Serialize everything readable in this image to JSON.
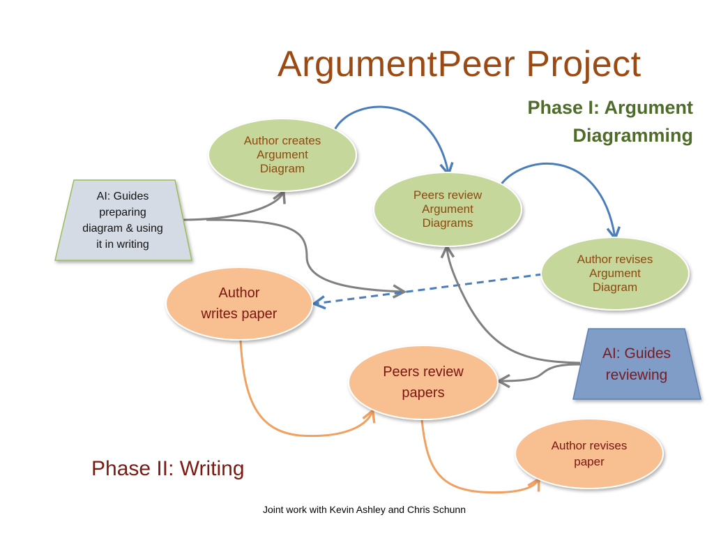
{
  "title": "ArgumentPeer Project",
  "phase1": {
    "line1": "Phase I: Argument",
    "line2": "Diagramming"
  },
  "phase2": "Phase II: Writing",
  "footer": "Joint work with Kevin Ashley and Chris Schunn",
  "nodes": {
    "author_creates": [
      "Author creates",
      "Argument",
      "Diagram"
    ],
    "peers_review_diagrams": [
      "Peers review",
      "Argument",
      "Diagrams"
    ],
    "author_revises_diagram": [
      "Author revises",
      "Argument",
      "Diagram"
    ],
    "ai_guides_preparing": [
      "AI: Guides",
      "preparing",
      "diagram & using",
      "it in writing"
    ],
    "author_writes": [
      "Author",
      "writes paper"
    ],
    "peers_review_papers": [
      "Peers review",
      "papers"
    ],
    "ai_guides_reviewing": [
      "AI: Guides",
      "reviewing"
    ],
    "author_revises_paper": [
      "Author revises",
      "paper"
    ]
  },
  "colors": {
    "title": "#9a4a12",
    "phase1": "#4e6b2a",
    "phase2": "#7a1a12",
    "green_fill": "#c5d79a",
    "orange_fill": "#f8bf91",
    "ai1_fill": "#d5dbe4",
    "ai2_fill": "#7f9dc6",
    "blue_arrow": "#4a7ebb",
    "gray_arrow": "#808080",
    "orange_arrow": "#f0a060"
  }
}
